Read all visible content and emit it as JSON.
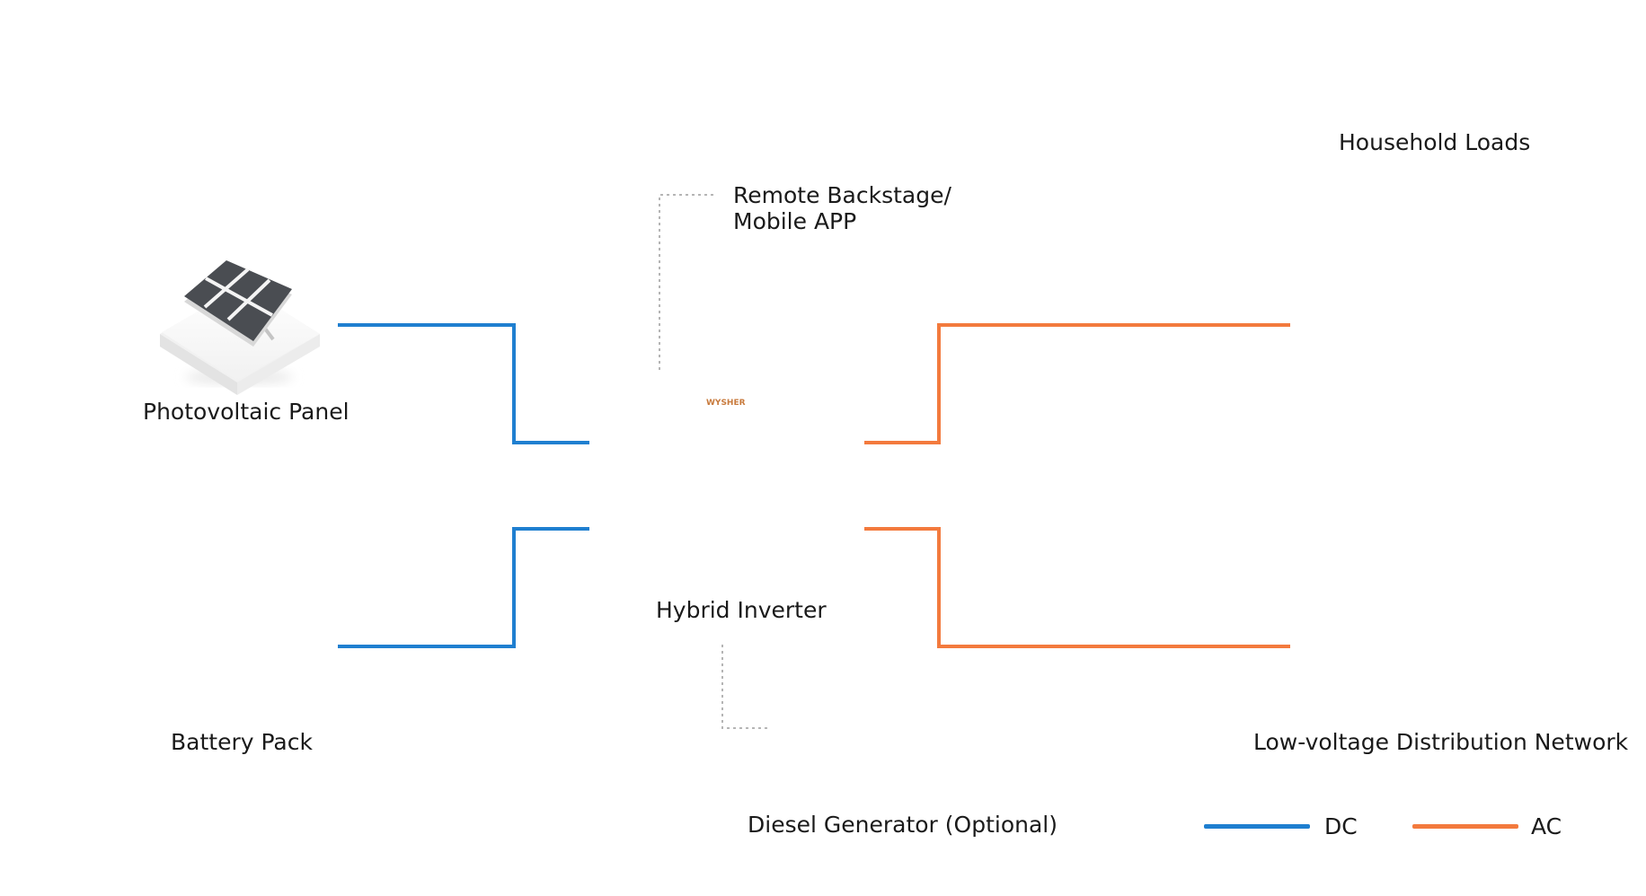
{
  "colors": {
    "dc": "#1f7fd0",
    "ac": "#f37a3d",
    "platform": "#f47a3f",
    "text": "#1a1a1a"
  },
  "nodes": {
    "pv_panel": {
      "label": "Photovoltaic Panel",
      "icon": "solar-panel-icon"
    },
    "battery": {
      "label": "Battery Pack",
      "icon": "battery-rack-icon"
    },
    "inverter": {
      "label": "Hybrid Inverter",
      "brand": "WYSHER",
      "icon": "hybrid-inverter-icon"
    },
    "remote": {
      "label_line1": "Remote Backstage/",
      "label_line2": "Mobile APP",
      "icon": "wireless-broadcast-icon"
    },
    "laptop": {
      "icon": "laptop-icon"
    },
    "household": {
      "label": "Household Loads",
      "icon": "house-icon"
    },
    "grid": {
      "label": "Low-voltage Distribution Network",
      "icon": "power-tower-icon"
    },
    "generator": {
      "label": "Diesel Generator (Optional)",
      "icon": "generator-icon"
    }
  },
  "legend": [
    {
      "label": "DC",
      "color": "#1f7fd0"
    },
    {
      "label": "AC",
      "color": "#f37a3d"
    }
  ]
}
